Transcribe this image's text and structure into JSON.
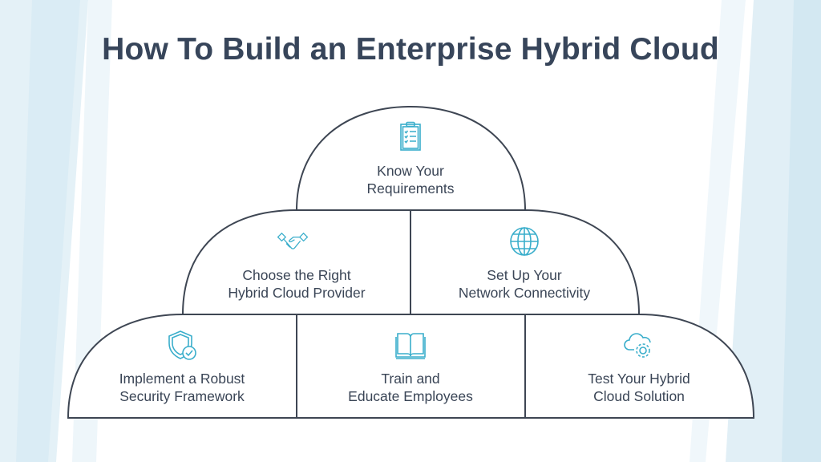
{
  "title": "How To Build an Enterprise Hybrid Cloud",
  "colors": {
    "accent": "#3aaecb",
    "text": "#3a4556",
    "outline": "#3e4653",
    "stripe": "#dcedf4"
  },
  "steps": [
    {
      "line1": "Know Your",
      "line2": "Requirements",
      "icon": "clipboard-checklist-icon"
    },
    {
      "line1": "Choose the Right",
      "line2": "Hybrid Cloud Provider",
      "icon": "handshake-icon"
    },
    {
      "line1": "Set Up Your",
      "line2": "Network Connectivity",
      "icon": "globe-icon"
    },
    {
      "line1": "Implement a Robust",
      "line2": "Security Framework",
      "icon": "shield-check-icon"
    },
    {
      "line1": "Train and",
      "line2": "Educate Employees",
      "icon": "open-book-icon"
    },
    {
      "line1": "Test Your Hybrid",
      "line2": "Cloud Solution",
      "icon": "cloud-gear-icon"
    }
  ]
}
